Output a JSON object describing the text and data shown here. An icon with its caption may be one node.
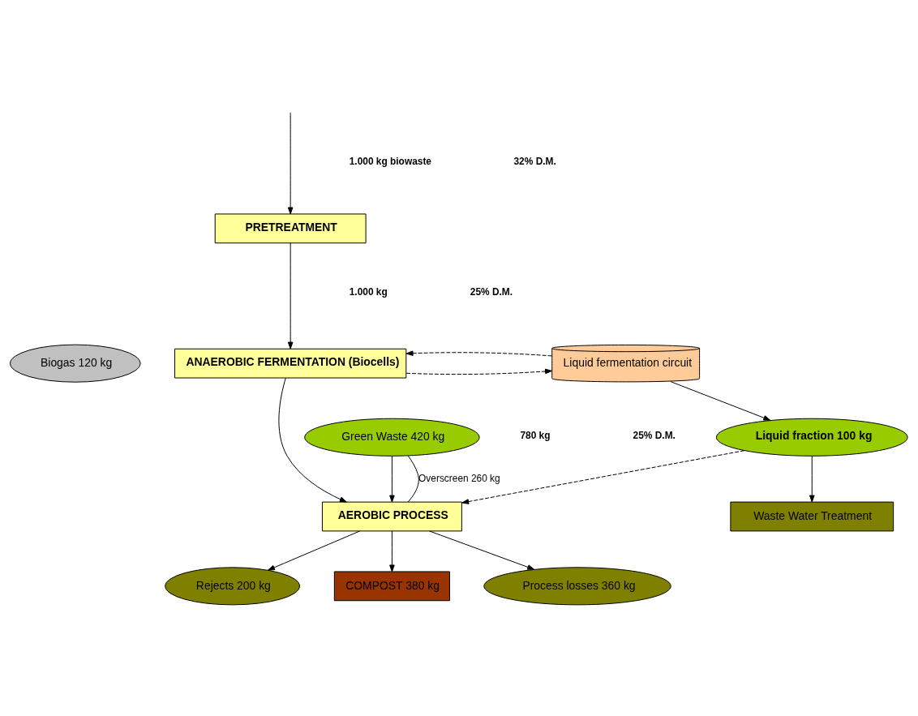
{
  "diagram": {
    "nodes": [
      {
        "text": [
          "PRETREATMENT"
        ]
      },
      {
        "text": [
          "ANAEROBIC FERMENTATION (Biocells)"
        ]
      },
      {
        "text": [
          "Biogas 120 kg"
        ]
      },
      {
        "text": [
          "Liquid fermentation circuit"
        ]
      },
      {
        "text": [
          "Liquid fraction 100 kg"
        ]
      },
      {
        "text": [
          "Waste Water Treatment"
        ]
      },
      {
        "text": [
          "Green Waste 420 kg"
        ]
      },
      {
        "text": [
          "AEROBIC PROCESS"
        ]
      },
      {
        "text": [
          "Rejects 200 kg"
        ]
      },
      {
        "text": [
          "COMPOST 380 kg"
        ]
      },
      {
        "text": [
          "Process losses 360 kg"
        ]
      }
    ],
    "edges": [
      {
        "from": null,
        "to": 0,
        "arrow": "to"
      },
      {
        "from": 0,
        "to": 1,
        "arrow": "to"
      },
      {
        "from": 1,
        "to": 3,
        "arrow": "to",
        "style": "dashed"
      },
      {
        "from": 3,
        "to": 1,
        "arrow": "to",
        "style": "dashed"
      },
      {
        "from": 3,
        "to": 4,
        "arrow": "to"
      },
      {
        "from": 4,
        "to": 5,
        "arrow": "to"
      },
      {
        "from": 4,
        "to": 7,
        "arrow": "to",
        "style": "dashed"
      },
      {
        "from": 1,
        "to": 7,
        "arrow": "to"
      },
      {
        "from": 6,
        "to": 7,
        "arrow": "to"
      },
      {
        "from": 7,
        "to": 6,
        "arrow": "none",
        "label": "Overscreen 260 kg"
      },
      {
        "from": 7,
        "to": 8,
        "arrow": "to"
      },
      {
        "from": 7,
        "to": 9,
        "arrow": "to"
      },
      {
        "from": 7,
        "to": 10,
        "arrow": "to"
      }
    ],
    "labels": [
      "1.000 kg biowaste",
      "32% D.M.",
      "1.000 kg",
      "25% D.M.",
      "780 kg",
      "25% D.M."
    ]
  }
}
